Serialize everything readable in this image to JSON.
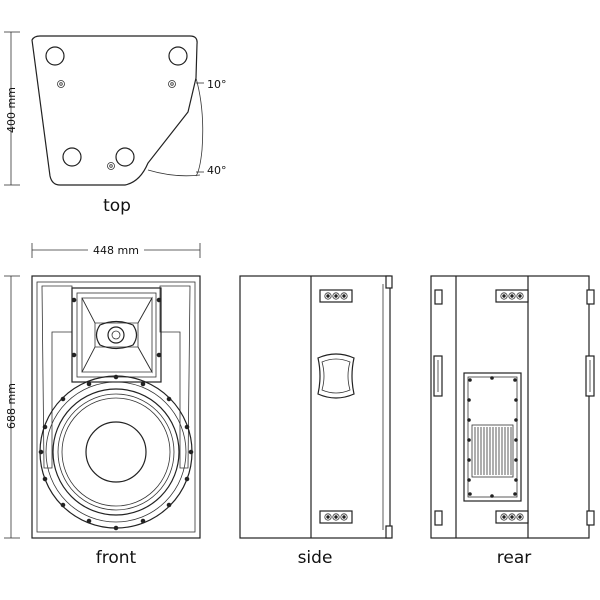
{
  "views": {
    "top": "top",
    "front": "front",
    "side": "side",
    "rear": "rear"
  },
  "dimensions": {
    "depth": "400 mm",
    "width": "448 mm",
    "height": "688 mm",
    "angle_small": "10°",
    "angle_large": "40°"
  }
}
